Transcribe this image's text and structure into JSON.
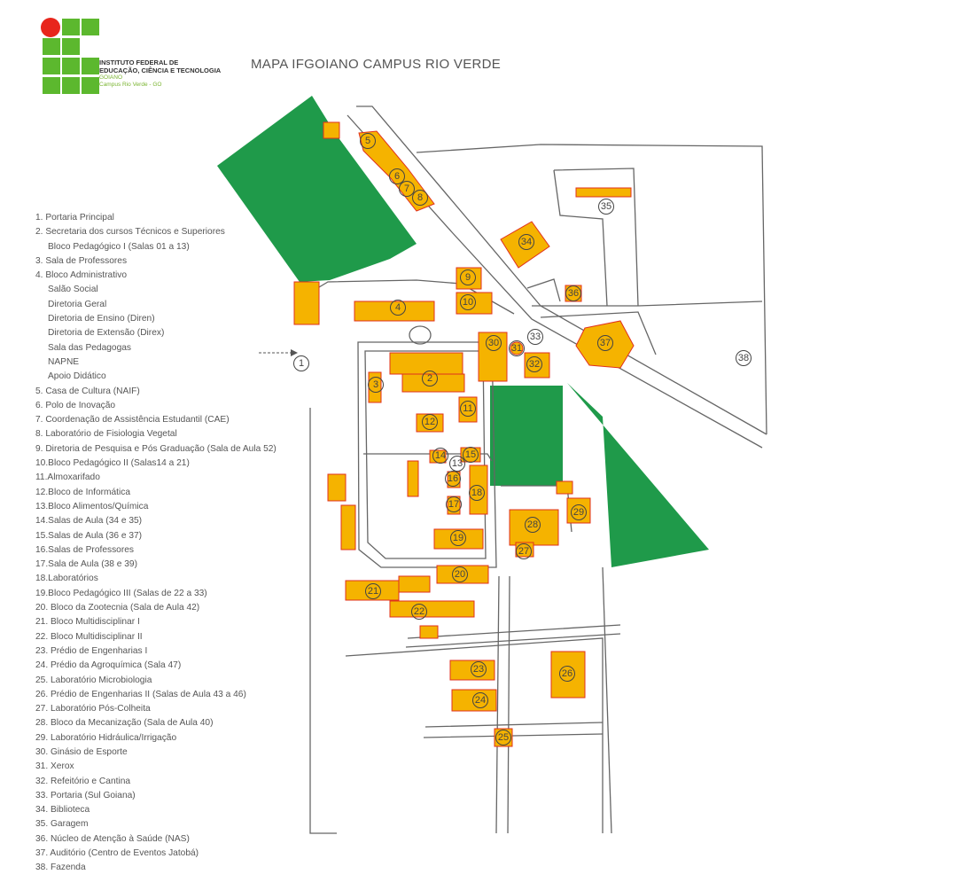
{
  "header": {
    "title": "MAPA IFGOIANO CAMPUS RIO VERDE",
    "logo": {
      "line1": "INSTITUTO FEDERAL DE",
      "line2": "EDUCAÇÃO, CIÊNCIA E TECNOLOGIA",
      "line3": "GOIANO",
      "line4": "Campus Rio Verde - GO"
    }
  },
  "legend": [
    {
      "text": "1. Portaria Principal",
      "sub": false
    },
    {
      "text": "2. Secretaria dos cursos Técnicos e Superiores",
      "sub": false
    },
    {
      "text": "Bloco Pedagógico I (Salas 01 a 13)",
      "sub": true
    },
    {
      "text": "3. Sala de Professores",
      "sub": false
    },
    {
      "text": "4. Bloco Administrativo",
      "sub": false
    },
    {
      "text": "Salão Social",
      "sub": true
    },
    {
      "text": "Diretoria Geral",
      "sub": true
    },
    {
      "text": "Diretoria de Ensino (Diren)",
      "sub": true
    },
    {
      "text": "Diretoria de Extensão (Direx)",
      "sub": true
    },
    {
      "text": "Sala das Pedagogas",
      "sub": true
    },
    {
      "text": "NAPNE",
      "sub": true
    },
    {
      "text": "Apoio Didático",
      "sub": true
    },
    {
      "text": "5. Casa de Cultura (NAIF)",
      "sub": false
    },
    {
      "text": "6. Polo de Inovação",
      "sub": false
    },
    {
      "text": "7. Coordenação de Assistência Estudantil (CAE)",
      "sub": false
    },
    {
      "text": "8. Laboratório de Fisiologia Vegetal",
      "sub": false
    },
    {
      "text": "9. Diretoria de Pesquisa e Pós Graduação (Sala de Aula 52)",
      "sub": false
    },
    {
      "text": "10.Bloco Pedagógico II (Salas14 a 21)",
      "sub": false
    },
    {
      "text": "11.Almoxarifado",
      "sub": false
    },
    {
      "text": "12.Bloco de Informática",
      "sub": false
    },
    {
      "text": "13.Bloco Alimentos/Química",
      "sub": false
    },
    {
      "text": "14.Salas de Aula (34 e 35)",
      "sub": false
    },
    {
      "text": "15.Salas de Aula (36 e 37)",
      "sub": false
    },
    {
      "text": "16.Salas de Professores",
      "sub": false
    },
    {
      "text": "17.Sala de Aula (38 e 39)",
      "sub": false
    },
    {
      "text": "18.Laboratórios",
      "sub": false
    },
    {
      "text": "19.Bloco Pedagógico III (Salas de 22 a 33)",
      "sub": false
    },
    {
      "text": "20.   Bloco da Zootecnia (Sala de Aula 42)",
      "sub": false
    },
    {
      "text": "21.   Bloco Multidisciplinar I",
      "sub": false
    },
    {
      "text": "22.   Bloco Multidisciplinar II",
      "sub": false
    },
    {
      "text": "23.   Prédio de Engenharias I",
      "sub": false
    },
    {
      "text": "24.   Prédio da Agroquímica (Sala 47)",
      "sub": false
    },
    {
      "text": "25.   Laboratório Microbiologia",
      "sub": false
    },
    {
      "text": "26.   Prédio de Engenharias II (Salas de Aula 43 a 46)",
      "sub": false
    },
    {
      "text": "27.   Laboratório Pós-Colheita",
      "sub": false
    },
    {
      "text": "28.   Bloco da Mecanização (Sala de Aula 40)",
      "sub": false
    },
    {
      "text": "29.   Laboratório Hidráulica/Irrigação",
      "sub": false
    },
    {
      "text": "30.   Ginásio de Esporte",
      "sub": false
    },
    {
      "text": "31.   Xerox",
      "sub": false
    },
    {
      "text": "32.   Refeitório e Cantina",
      "sub": false
    },
    {
      "text": "33.   Portaria (Sul Goiana)",
      "sub": false
    },
    {
      "text": "34.   Biblioteca",
      "sub": false
    },
    {
      "text": "35.   Garagem",
      "sub": false
    },
    {
      "text": "36.   Núcleo de Atenção à Saúde (NAS)",
      "sub": false
    },
    {
      "text": "37.   Auditório (Centro de Eventos Jatobá)",
      "sub": false
    },
    {
      "text": "38.   Fazenda",
      "sub": false
    }
  ],
  "map": {
    "markers": [
      "1",
      "2",
      "3",
      "4",
      "5",
      "6",
      "7",
      "8",
      "9",
      "10",
      "11",
      "12",
      "13",
      "14",
      "15",
      "16",
      "17",
      "18",
      "19",
      "20",
      "21",
      "22",
      "23",
      "24",
      "25",
      "26",
      "27",
      "28",
      "29",
      "30",
      "31",
      "32",
      "33",
      "34",
      "35",
      "36",
      "37",
      "38"
    ],
    "colors": {
      "building": "#f5b300",
      "outline": "#e0301e",
      "green": "#1f9a4a",
      "road": "#666666",
      "logo_green": "#5cb82e",
      "logo_red": "#e8261c"
    }
  }
}
